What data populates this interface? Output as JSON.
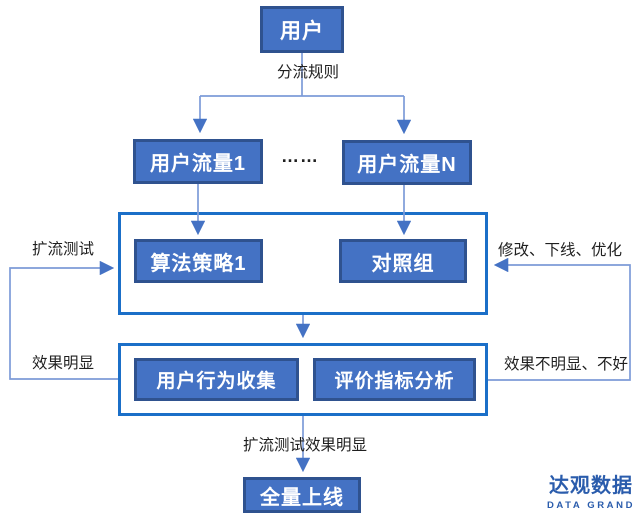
{
  "diagram": {
    "nodes": {
      "user": "用户",
      "traffic1": "用户流量1",
      "trafficN": "用户流量N",
      "strategy1": "算法策略1",
      "control": "对照组",
      "behavior": "用户行为收集",
      "metrics": "评价指标分析",
      "launch": "全量上线"
    },
    "labels": {
      "split_rule": "分流规则",
      "ellipsis": "……",
      "expand_test": "扩流测试",
      "modify_offline_optimize": "修改、下线、优化",
      "effect_obvious": "效果明显",
      "effect_not_obvious": "效果不明显、不好",
      "expand_test_effect": "扩流测试效果明显"
    },
    "colors": {
      "node_fill": "#4472C4",
      "node_border": "#2F528F",
      "group_border": "#1B6FC8",
      "connector_line": "#7D9BD8",
      "arrowhead": "#4472C4",
      "label_text": "#1F1F1F",
      "logo_blue": "#2A5CAC"
    }
  },
  "logo": {
    "name": "达观数据",
    "subtitle": "DATA GRAND"
  }
}
